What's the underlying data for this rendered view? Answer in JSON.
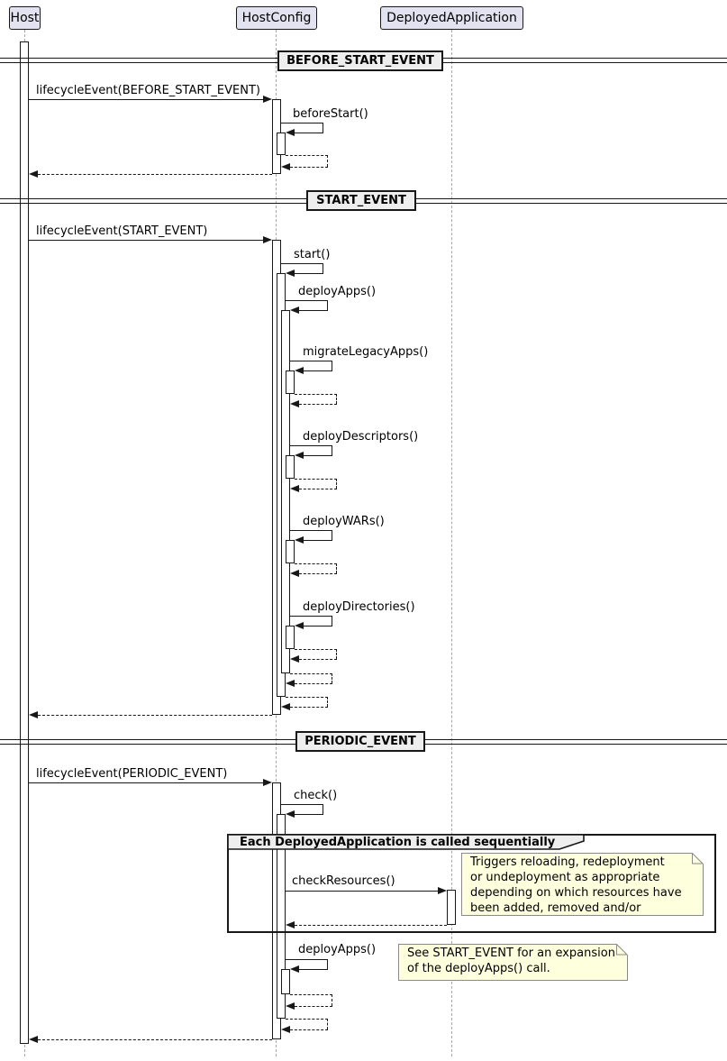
{
  "diagram": {
    "participants": {
      "host": "Host",
      "hostconfig": "HostConfig",
      "deployedapplication": "DeployedApplication"
    },
    "dividers": {
      "before_start": "BEFORE_START_EVENT",
      "start": "START_EVENT",
      "periodic": "PERIODIC_EVENT"
    },
    "messages": {
      "lifecycle_before_start": "lifecycleEvent(BEFORE_START_EVENT)",
      "before_start": "beforeStart()",
      "lifecycle_start": "lifecycleEvent(START_EVENT)",
      "start": "start()",
      "deploy_apps": "deployApps()",
      "migrate_legacy_apps": "migrateLegacyApps()",
      "deploy_descriptors": "deployDescriptors()",
      "deploy_wars": "deployWARs()",
      "deploy_directories": "deployDirectories()",
      "lifecycle_periodic": "lifecycleEvent(PERIODIC_EVENT)",
      "check": "check()",
      "check_resources": "checkResources()",
      "deploy_apps_periodic": "deployApps()"
    },
    "group": {
      "label": "Each DeployedApplication is called sequentially"
    },
    "notes": {
      "check_resources": "Triggers reloading, redeployment\nor undeployment as appropriate\ndepending on which resources have\nbeen added, removed and/or changed.",
      "deploy_apps": "See START_EVENT for an expansion\nof the deployApps() call."
    },
    "colors": {
      "background": "#FFFFFF",
      "participant_fill": "#E2E2F0",
      "participant_border": "#181818",
      "lifeline": "#A8A8A8",
      "activation_fill": "#FFFFFF",
      "line": "#181818",
      "divider_fill": "#EEEEEE",
      "note_fill": "#FEFFDD",
      "note_border": "#8A8A8A"
    }
  }
}
